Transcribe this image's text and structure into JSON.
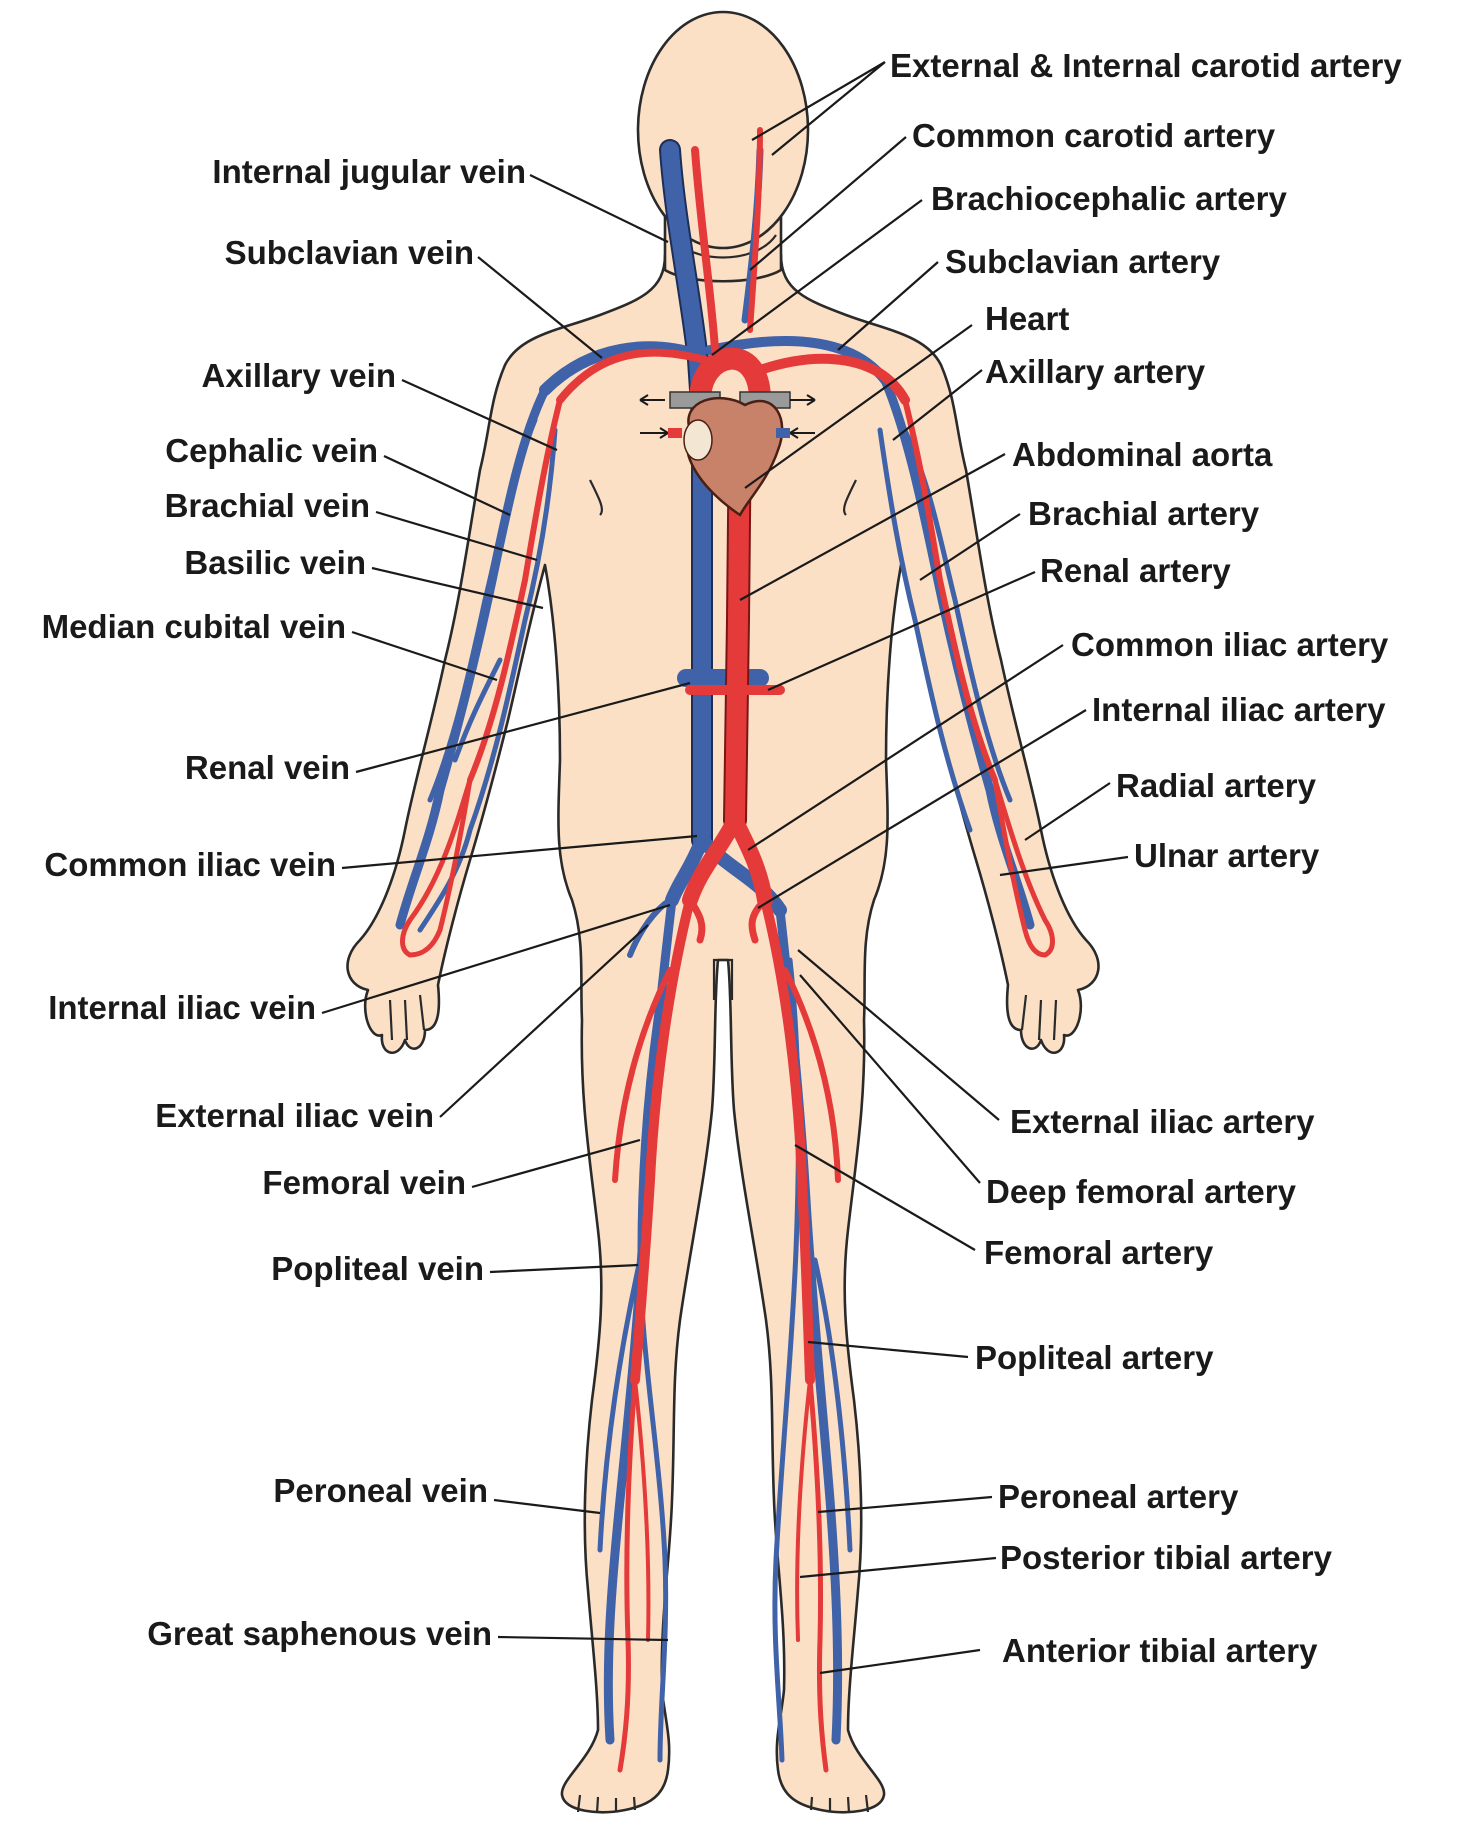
{
  "labels": {
    "ext_int_carotid_artery": "External & Internal carotid artery",
    "common_carotid_artery": "Common carotid artery",
    "brachiocephalic_artery": "Brachiocephalic artery",
    "subclavian_artery": "Subclavian artery",
    "heart": "Heart",
    "axillary_artery": "Axillary artery",
    "abdominal_aorta": "Abdominal aorta",
    "brachial_artery": "Brachial artery",
    "renal_artery": "Renal artery",
    "common_iliac_artery": "Common iliac artery",
    "internal_iliac_artery": "Internal iliac artery",
    "radial_artery": "Radial artery",
    "ulnar_artery": "Ulnar artery",
    "external_iliac_artery": "External iliac artery",
    "deep_femoral_artery": "Deep femoral artery",
    "femoral_artery": "Femoral artery",
    "popliteal_artery": "Popliteal artery",
    "peroneal_artery": "Peroneal artery",
    "posterior_tibial_artery": "Posterior tibial artery",
    "anterior_tibial_artery": "Anterior tibial artery",
    "internal_jugular_vein": "Internal jugular vein",
    "subclavian_vein": "Subclavian vein",
    "axillary_vein": "Axillary vein",
    "cephalic_vein": "Cephalic vein",
    "brachial_vein": "Brachial vein",
    "basilic_vein": "Basilic vein",
    "median_cubital_vein": "Median cubital vein",
    "renal_vein": "Renal vein",
    "common_iliac_vein": "Common iliac vein",
    "internal_iliac_vein": "Internal iliac vein",
    "external_iliac_vein": "External iliac vein",
    "femoral_vein": "Femoral vein",
    "popliteal_vein": "Popliteal vein",
    "peroneal_vein": "Peroneal vein",
    "great_saphenous_vein": "Great saphenous vein"
  },
  "colors": {
    "skin": "#fbe0c6",
    "vein": "#3f62a8",
    "artery": "#e53a3a",
    "heart": "#c9826a",
    "text": "#1a1a1a"
  }
}
